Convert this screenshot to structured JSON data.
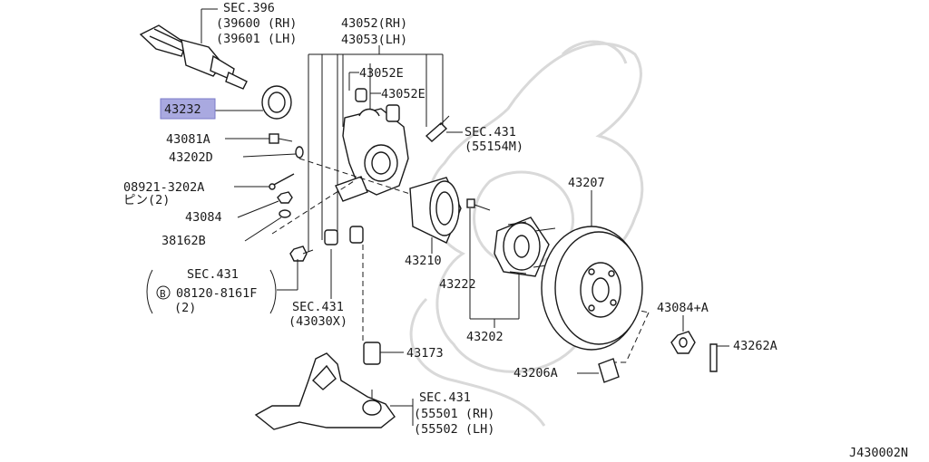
{
  "labels": {
    "sec396": "SEC.396",
    "p39600": "(39600 (RH)",
    "p39601": "(39601 (LH)",
    "p43052rh": "43052(RH)",
    "p43053lh": "43053(LH)",
    "p43052e_a": "43052E",
    "p43052e_b": "43052E",
    "p43232": "43232",
    "p43081a": "43081A",
    "p43202d": "43202D",
    "p08921": "08921-3202A",
    "pin2": "ピン(2)",
    "p43084": "43084",
    "p38162b": "38162B",
    "sec431_a": "SEC.431",
    "p55154m": "(55154M)",
    "sec431_b": "SEC.431",
    "bolt_b": "B",
    "p08120": "08120-8161F",
    "qty2": "(2)",
    "sec431_c": "SEC.431",
    "p43030x": "(43030X)",
    "p43210": "43210",
    "p43222": "43222",
    "p43202": "43202",
    "p43207": "43207",
    "p43084a": "43084+A",
    "p43262a": "43262A",
    "p43206a": "43206A",
    "p43173": "43173",
    "sec431_d": "SEC.431",
    "p55501": "(55501 (RH)",
    "p55502": "(55502 (LH)",
    "diagram_code": "J430002N"
  },
  "highlight": {
    "part": "43232",
    "color": "#a9a9e0"
  },
  "colors": {
    "line": "#1a1a1a",
    "watermark": "#d9d9d9",
    "background": "#ffffff"
  }
}
